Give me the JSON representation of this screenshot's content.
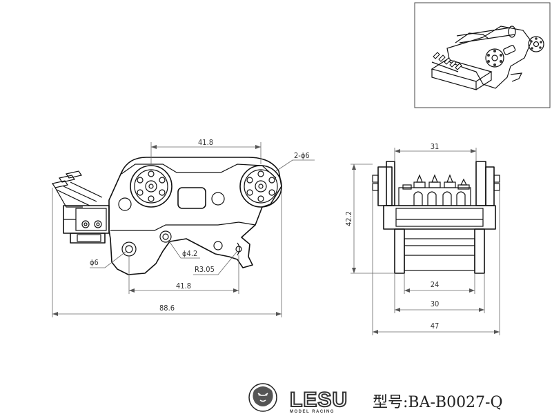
{
  "dimensions": {
    "side_top_width": "41.8",
    "pin_holes": "2-ϕ6",
    "left_hole": "ϕ6",
    "center_hole": "ϕ4.2",
    "hook_radius": "R3.05",
    "side_bottom_width": "41.8",
    "side_total_width": "88.6",
    "front_top_width": "31",
    "front_height": "42.2",
    "front_inner_24": "24",
    "front_inner_30": "30",
    "front_total_47": "47"
  },
  "brand": {
    "name": "LESU",
    "tagline": "MODEL RACING"
  },
  "model_label": "型号:BA-B0027-Q",
  "colors": {
    "line": "#111111",
    "dimension": "#666666",
    "frame": "#333333"
  }
}
